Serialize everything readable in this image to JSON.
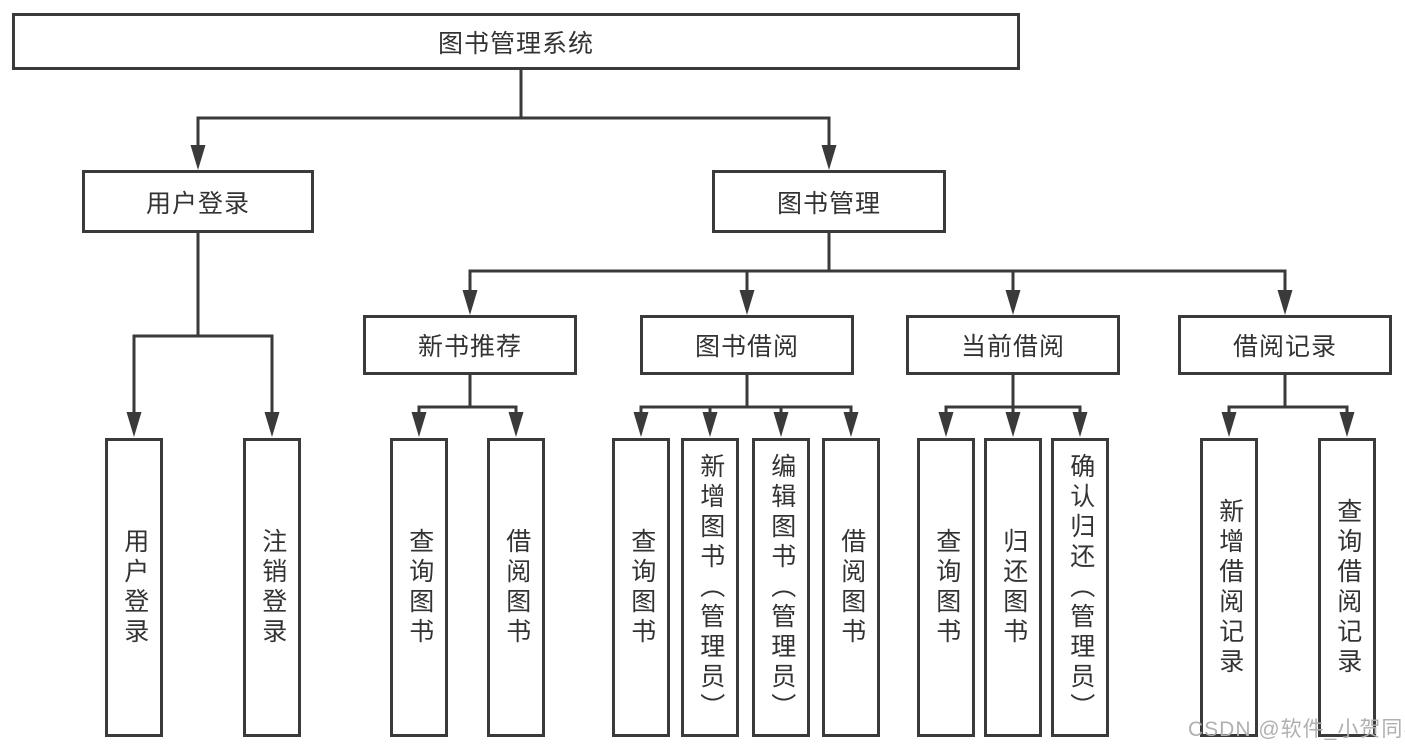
{
  "colors": {
    "line": "#3a3a3a",
    "text": "#333333",
    "background": "#ffffff",
    "watermark": "#b0b0b0"
  },
  "watermark": {
    "text": "CSDN @软件_小贺同学"
  },
  "tree": {
    "root": "图书管理系统",
    "level2": [
      {
        "label": "用户登录",
        "leaves": [
          "用户登录",
          "注销登录"
        ]
      },
      {
        "label": "图书管理",
        "children": [
          {
            "label": "新书推荐",
            "leaves": [
              "查询图书",
              "借阅图书"
            ]
          },
          {
            "label": "图书借阅",
            "leaves": [
              "查询图书",
              "新增图书（管理员）",
              "编辑图书（管理员）",
              "借阅图书"
            ]
          },
          {
            "label": "当前借阅",
            "leaves": [
              "查询图书",
              "归还图书",
              "确认归还（管理员）"
            ]
          },
          {
            "label": "借阅记录",
            "leaves": [
              "新增借阅记录",
              "查询借阅记录"
            ]
          }
        ]
      }
    ]
  }
}
